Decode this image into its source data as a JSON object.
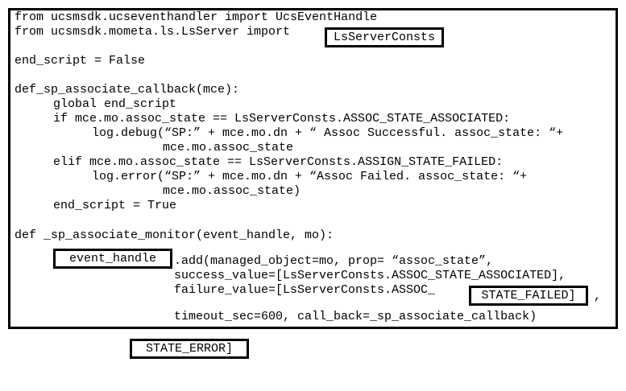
{
  "code": {
    "line1": "from ucsmsdk.ucseventhandler import UcsEventHandle",
    "line2": "from ucsmsdk.mometa.ls.LsServer import",
    "line3": "end_script = False",
    "line4": "def_sp_associate_callback(mce):",
    "line5": "global end_script",
    "line6": "if mce.mo.assoc_state == LsServerConsts.ASSOC_STATE_ASSOCIATED:",
    "line7": "log.debug(“SP:” + mce.mo.dn + “ Assoc Successful. assoc_state: “+",
    "line8": "mce.mo.assoc_state",
    "line9": "elif mce.mo.assoc_state == LsServerConsts.ASSIGN_STATE_FAILED:",
    "line10": "log.error(“SP:” + mce.mo.dn + “Assoc Failed. assoc_state: “+",
    "line11": "mce.mo.assoc_state)",
    "line12": "end_script = True",
    "line13": "def _sp_associate_monitor(event_handle, mo):",
    "line14": ".add(managed_object=mo, prop= “assoc_state”,",
    "line15": "success_value=[LsServerConsts.ASSOC_STATE_ASSOCIATED],",
    "line16": "failure_value=[LsServerConsts.ASSOC_",
    "line16_end": ",",
    "line17": "timeout_sec=600, call_back=_sp_associate_callback)"
  },
  "boxes": {
    "ls_server_consts": "LsServerConsts",
    "event_handle": "event_handle",
    "state_failed": "STATE_FAILED]",
    "state_error": "STATE_ERROR]"
  }
}
